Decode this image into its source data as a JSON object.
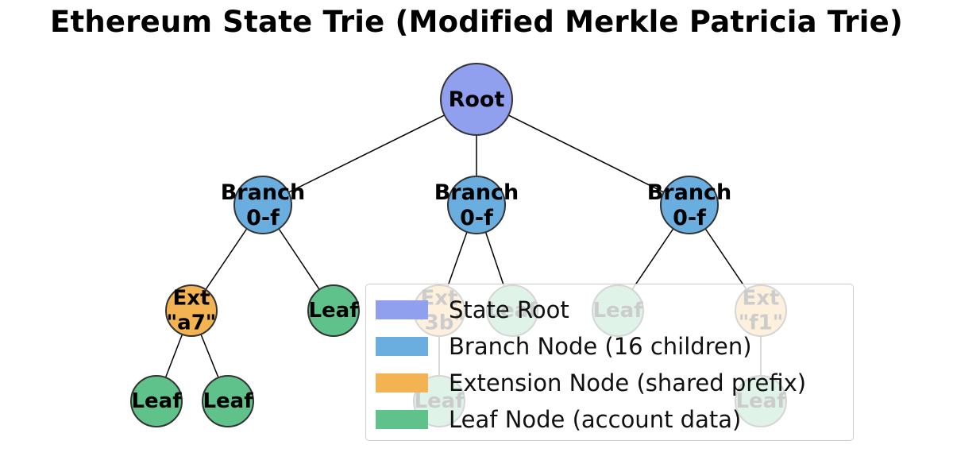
{
  "title": "Ethereum State Trie (Modified Merkle Patricia Trie)",
  "colors": {
    "root": "#919fef",
    "branch": "#6aaee0",
    "extension": "#f4b353",
    "leaf": "#5fc28b"
  },
  "nodes": {
    "root": {
      "label": "Root",
      "kind": "root"
    },
    "branch_left": {
      "label": "Branch\n0-f",
      "kind": "branch"
    },
    "branch_mid": {
      "label": "Branch\n0-f",
      "kind": "branch"
    },
    "branch_right": {
      "label": "Branch\n0-f",
      "kind": "branch"
    },
    "ext_a7": {
      "label": "Ext\n\"a7\"",
      "kind": "extension"
    },
    "leaf_l1": {
      "label": "Leaf",
      "kind": "leaf"
    },
    "leaf_a7_1": {
      "label": "Leaf",
      "kind": "leaf"
    },
    "leaf_a7_2": {
      "label": "Leaf",
      "kind": "leaf"
    },
    "ext_3b": {
      "label": "Ext\n\"3b\"",
      "kind": "extension"
    },
    "leaf_m1": {
      "label": "Leaf",
      "kind": "leaf"
    },
    "leaf_3b": {
      "label": "Leaf",
      "kind": "leaf"
    },
    "leaf_r1": {
      "label": "Leaf",
      "kind": "leaf"
    },
    "ext_f1": {
      "label": "Ext\n\"f1\"",
      "kind": "extension"
    },
    "leaf_f1": {
      "label": "Leaf",
      "kind": "leaf"
    }
  },
  "edges": [
    [
      "root",
      "branch_left"
    ],
    [
      "root",
      "branch_mid"
    ],
    [
      "root",
      "branch_right"
    ],
    [
      "branch_left",
      "ext_a7"
    ],
    [
      "branch_left",
      "leaf_l1"
    ],
    [
      "ext_a7",
      "leaf_a7_1"
    ],
    [
      "ext_a7",
      "leaf_a7_2"
    ],
    [
      "branch_mid",
      "ext_3b"
    ],
    [
      "branch_mid",
      "leaf_m1"
    ],
    [
      "ext_3b",
      "leaf_3b"
    ],
    [
      "branch_right",
      "leaf_r1"
    ],
    [
      "branch_right",
      "ext_f1"
    ],
    [
      "ext_f1",
      "leaf_f1"
    ]
  ],
  "legend": [
    {
      "label": "State Root",
      "kind": "root"
    },
    {
      "label": "Branch Node (16 children)",
      "kind": "branch"
    },
    {
      "label": "Extension Node (shared prefix)",
      "kind": "extension"
    },
    {
      "label": "Leaf Node (account data)",
      "kind": "leaf"
    }
  ]
}
